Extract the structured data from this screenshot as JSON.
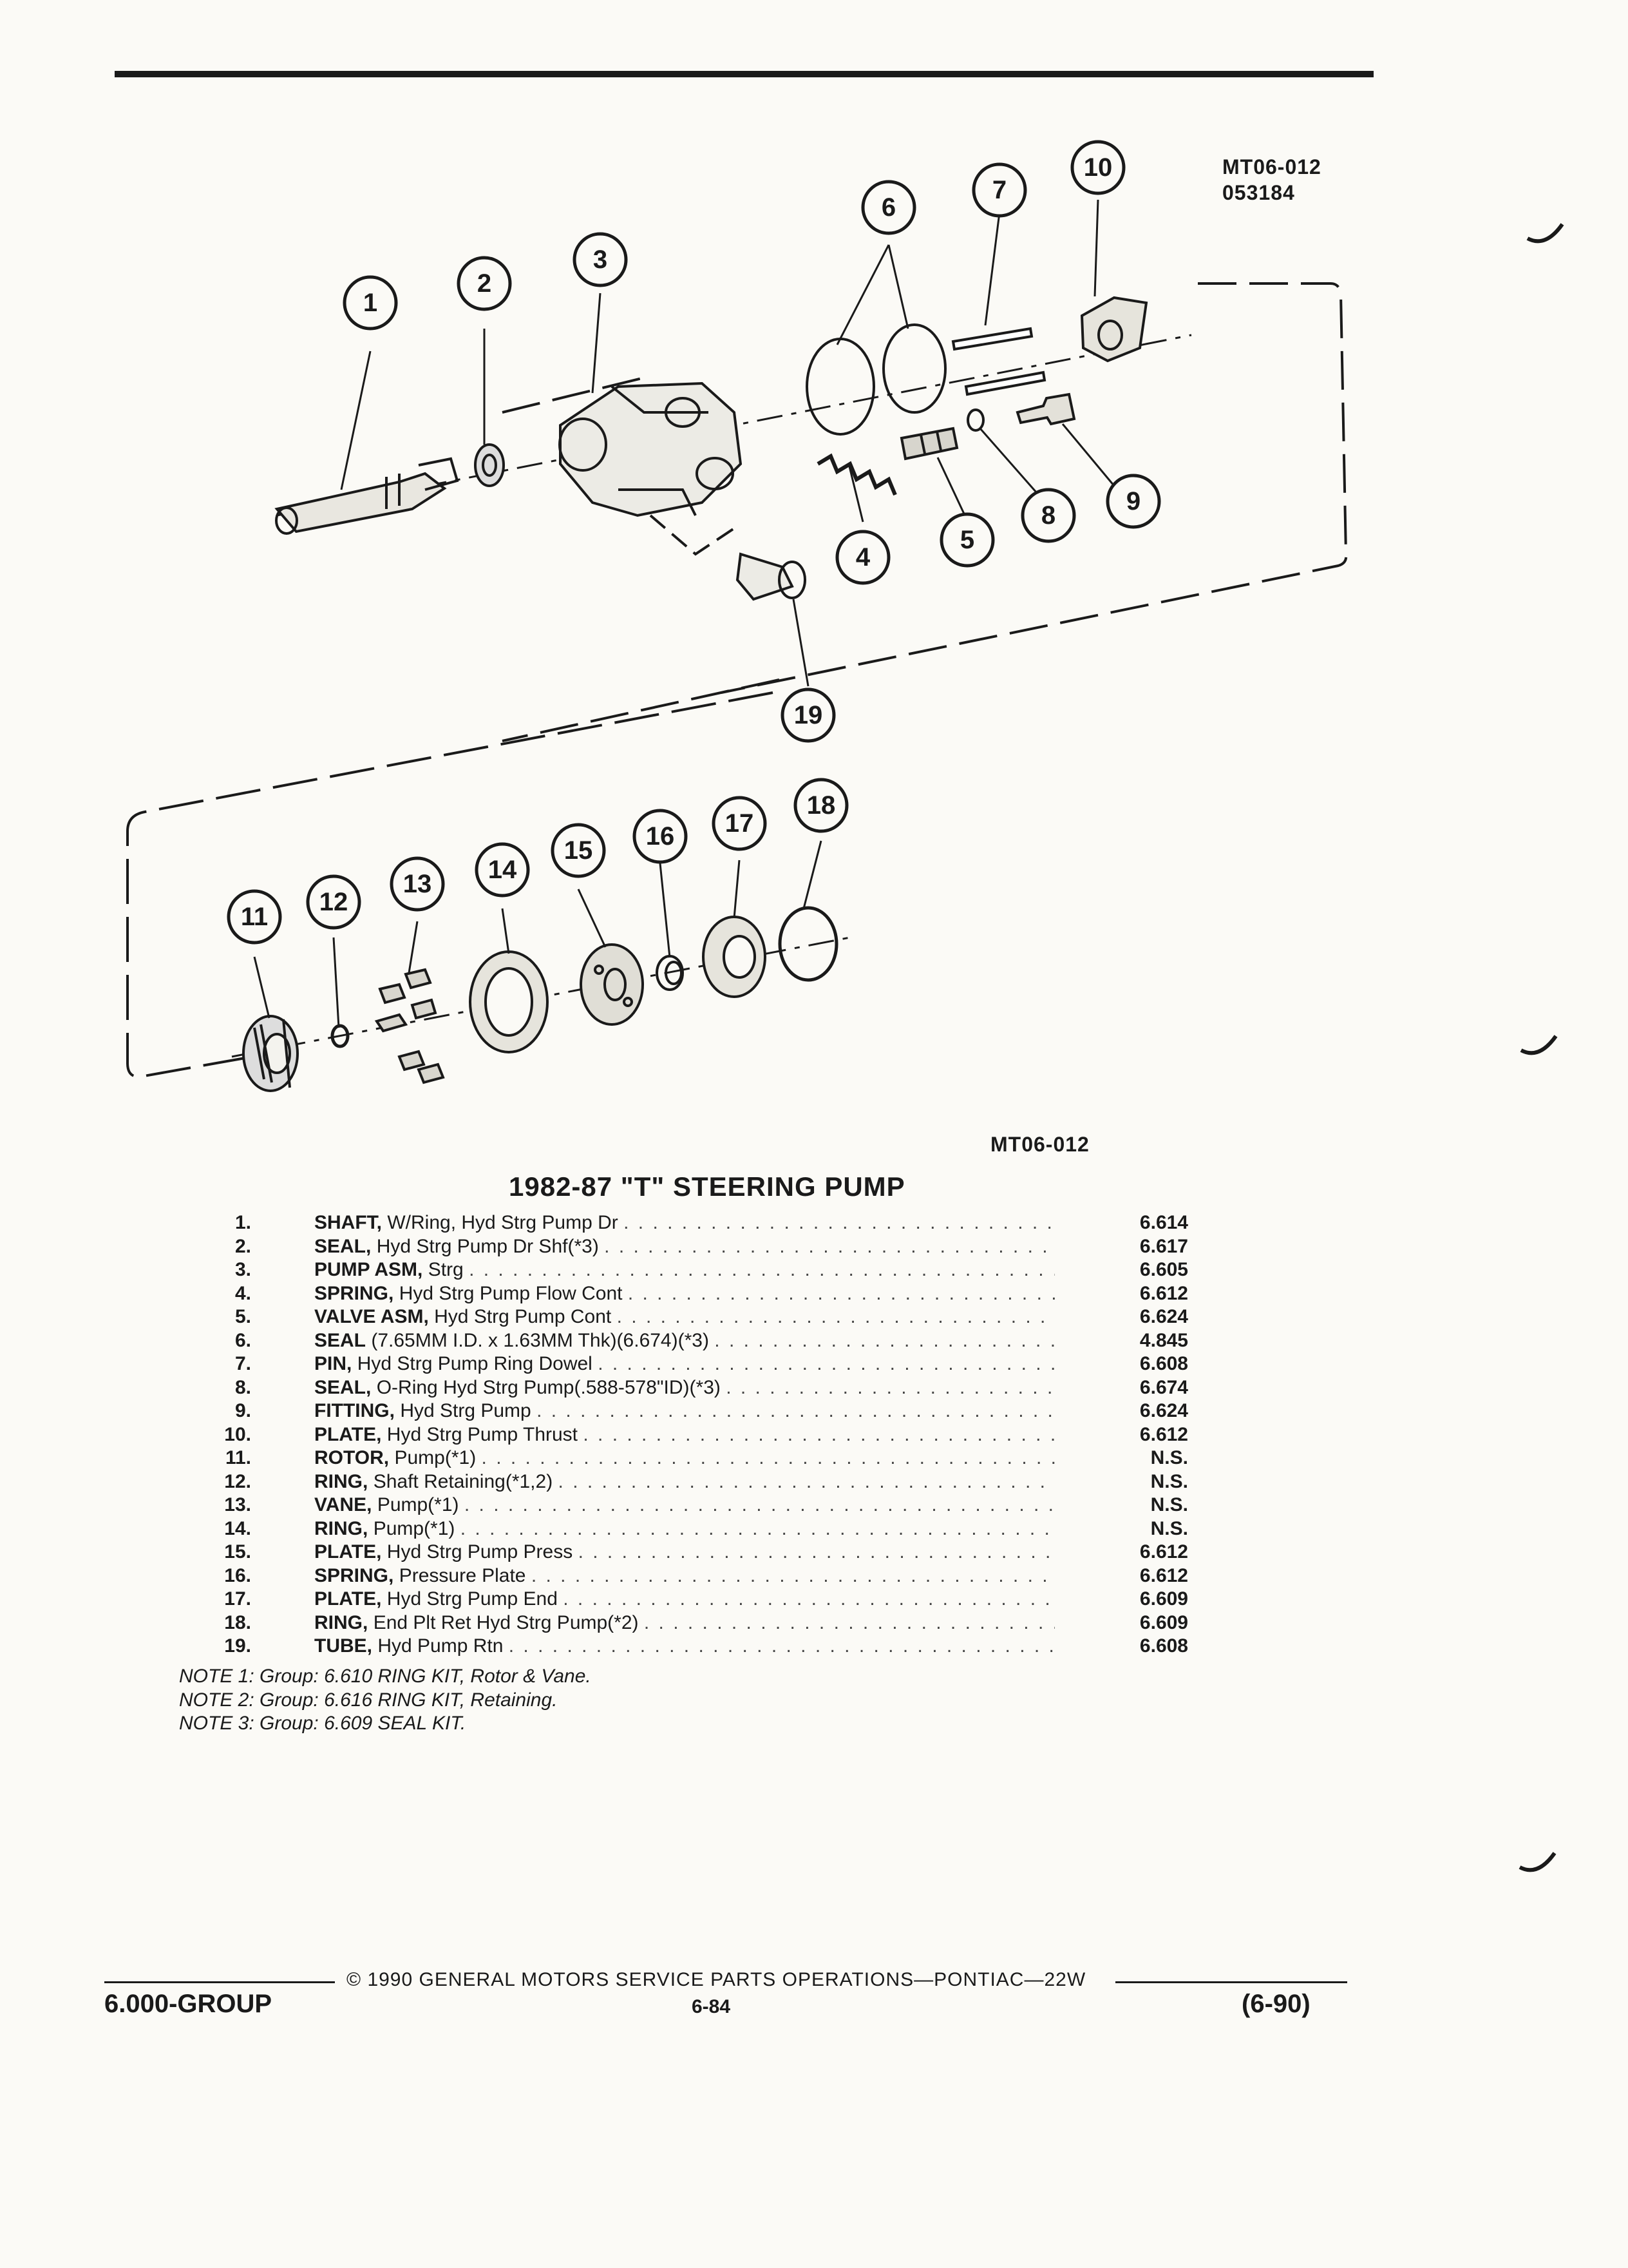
{
  "header": {
    "figure_code": "MT06-012",
    "figure_date_code": "053184"
  },
  "diagram": {
    "caption_code": "MT06-012",
    "callouts": [
      "1",
      "2",
      "3",
      "4",
      "5",
      "6",
      "7",
      "8",
      "9",
      "10",
      "11",
      "12",
      "13",
      "14",
      "15",
      "16",
      "17",
      "18",
      "19"
    ]
  },
  "parts_list": {
    "title": "1982-87 \"T\" STEERING PUMP",
    "items": [
      {
        "num": "1.",
        "name": "SHAFT,",
        "desc": "W/Ring, Hyd Strg Pump Dr",
        "group": "6.614"
      },
      {
        "num": "2.",
        "name": "SEAL,",
        "desc": "Hyd Strg Pump Dr Shf(*3)",
        "group": "6.617"
      },
      {
        "num": "3.",
        "name": "PUMP ASM,",
        "desc": "Strg",
        "group": "6.605"
      },
      {
        "num": "4.",
        "name": "SPRING,",
        "desc": "Hyd Strg Pump Flow Cont",
        "group": "6.612"
      },
      {
        "num": "5.",
        "name": "VALVE ASM,",
        "desc": "Hyd Strg Pump Cont",
        "group": "6.624"
      },
      {
        "num": "6.",
        "name": "SEAL",
        "desc": "(7.65MM I.D. x 1.63MM Thk)(6.674)(*3)",
        "group": "4.845"
      },
      {
        "num": "7.",
        "name": "PIN,",
        "desc": "Hyd Strg Pump Ring Dowel",
        "group": "6.608"
      },
      {
        "num": "8.",
        "name": "SEAL,",
        "desc": "O-Ring Hyd Strg Pump(.588-578\"ID)(*3)",
        "group": "6.674"
      },
      {
        "num": "9.",
        "name": "FITTING,",
        "desc": "Hyd Strg Pump",
        "group": "6.624"
      },
      {
        "num": "10.",
        "name": "PLATE,",
        "desc": "Hyd Strg Pump Thrust",
        "group": "6.612"
      },
      {
        "num": "11.",
        "name": "ROTOR,",
        "desc": "Pump(*1)",
        "group": "N.S."
      },
      {
        "num": "12.",
        "name": "RING,",
        "desc": "Shaft Retaining(*1,2)",
        "group": "N.S."
      },
      {
        "num": "13.",
        "name": "VANE,",
        "desc": "Pump(*1)",
        "group": "N.S."
      },
      {
        "num": "14.",
        "name": "RING,",
        "desc": "Pump(*1)",
        "group": "N.S."
      },
      {
        "num": "15.",
        "name": "PLATE,",
        "desc": "Hyd Strg Pump Press",
        "group": "6.612"
      },
      {
        "num": "16.",
        "name": "SPRING,",
        "desc": "Pressure Plate",
        "group": "6.612"
      },
      {
        "num": "17.",
        "name": "PLATE,",
        "desc": "Hyd Strg Pump End",
        "group": "6.609"
      },
      {
        "num": "18.",
        "name": "RING,",
        "desc": "End Plt Ret Hyd Strg Pump(*2)",
        "group": "6.609"
      },
      {
        "num": "19.",
        "name": "TUBE,",
        "desc": "Hyd Pump Rtn",
        "group": "6.608"
      }
    ],
    "notes": [
      "NOTE 1: Group: 6.610 RING KIT, Rotor & Vane.",
      "NOTE 2: Group: 6.616 RING KIT, Retaining.",
      "NOTE 3: Group: 6.609 SEAL KIT."
    ]
  },
  "footer": {
    "copyright": "© 1990 GENERAL MOTORS SERVICE PARTS OPERATIONS—PONTIAC—22W",
    "group": "6.000-GROUP",
    "page": "6-84",
    "date": "(6-90)"
  }
}
